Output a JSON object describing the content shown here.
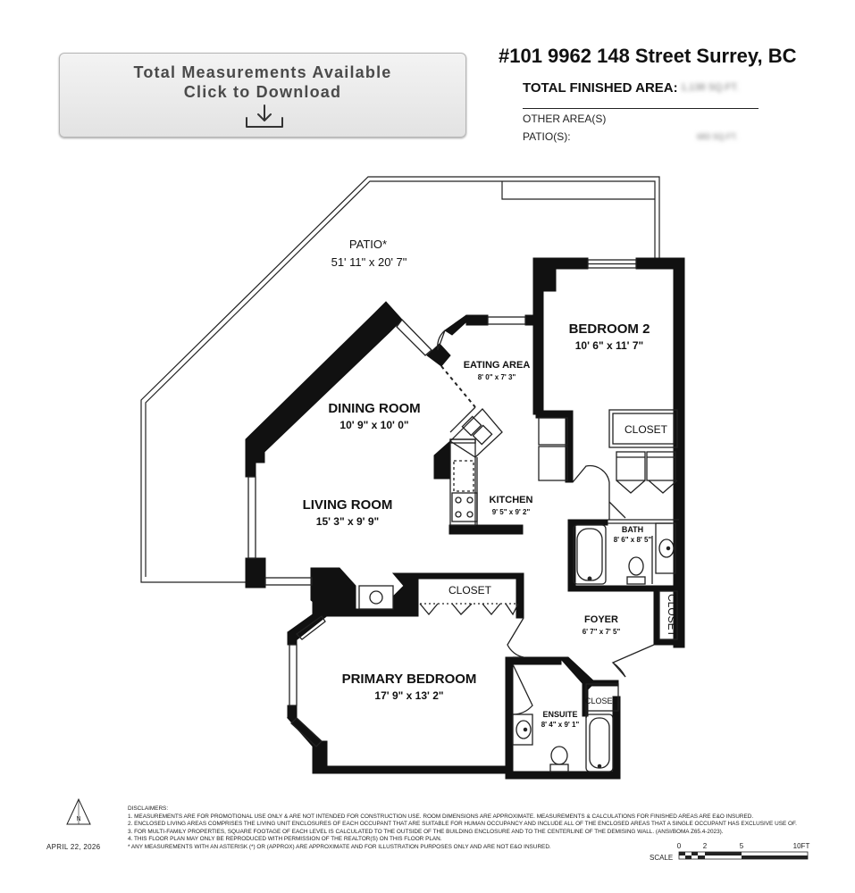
{
  "download_button": {
    "line1": "Total Measurements Available",
    "line2": "Click to Download",
    "icon": "download-icon"
  },
  "header": {
    "address": "#101 9962 148 Street Surrey, BC",
    "total_finished_area_label": "TOTAL FINISHED AREA:",
    "total_finished_area_value": "1,138 SQ.FT.",
    "other_area_label": "OTHER AREA(S)",
    "patio_label": "PATIO(S):",
    "patio_value": "683 SQ.FT."
  },
  "rooms": {
    "patio": {
      "name": "PATIO*",
      "dims": "51' 11\" x 20' 7\""
    },
    "bedroom2": {
      "name": "BEDROOM 2",
      "dims": "10' 6\" x 11' 7\""
    },
    "eating_area": {
      "name": "EATING AREA",
      "dims": "8' 0\" x 7' 3\""
    },
    "dining_room": {
      "name": "DINING ROOM",
      "dims": "10' 9\" x 10' 0\""
    },
    "living_room": {
      "name": "LIVING ROOM",
      "dims": "15' 3\" x 9' 9\""
    },
    "kitchen": {
      "name": "KITCHEN",
      "dims": "9' 5\" x 9' 2\""
    },
    "bath": {
      "name": "BATH",
      "dims": "8' 6\" x 8' 5\""
    },
    "foyer": {
      "name": "FOYER",
      "dims": "6' 7\" x 7' 5\""
    },
    "primary_bedroom": {
      "name": "PRIMARY BEDROOM",
      "dims": "17' 9\" x 13' 2\""
    },
    "ensuite": {
      "name": "ENSUITE",
      "dims": "8' 4\" x 9' 1\""
    },
    "closet_label": "CLOSET"
  },
  "footer": {
    "date": "APRIL 22, 2026",
    "compass_label": "N",
    "disclaimers_title": "DISCLAIMERS:",
    "disclaimers": [
      "1. MEASUREMENTS ARE FOR PROMOTIONAL USE ONLY & ARE NOT INTENDED FOR CONSTRUCTION USE. ROOM DIMENSIONS ARE APPROXIMATE. MEASUREMENTS & CALCULATIONS FOR FINISHED AREAS ARE E&O INSURED.",
      "2. ENCLOSED LIVING AREAS COMPRISES THE LIVING UNIT ENCLOSURES OF EACH OCCUPANT THAT ARE SUITABLE FOR HUMAN OCCUPANCY AND INCLUDE ALL OF THE ENCLOSED AREAS THAT A SINGLE OCCUPANT HAS EXCLUSIVE USE OF.",
      "3. FOR MULTI-FAMILY PROPERTIES, SQUARE FOOTAGE OF EACH LEVEL IS CALCULATED TO THE OUTSIDE OF THE BUILDING ENCLOSURE AND TO THE CENTERLINE OF THE DEMISING WALL. (ANSI/BOMA Z65.4-2023).",
      "4. THIS FLOOR PLAN MAY ONLY BE REPRODUCED WITH PERMISSION OF THE REALTOR(S) ON THIS FLOOR PLAN.",
      "* ANY MEASUREMENTS WITH AN ASTERISK (*) OR (APPROX) ARE APPROXIMATE AND FOR ILLUSTRATION PURPOSES ONLY AND ARE NOT E&O INSURED."
    ],
    "scale_label": "SCALE",
    "scale_ticks": [
      "0",
      "2",
      "5",
      "10FT"
    ]
  }
}
